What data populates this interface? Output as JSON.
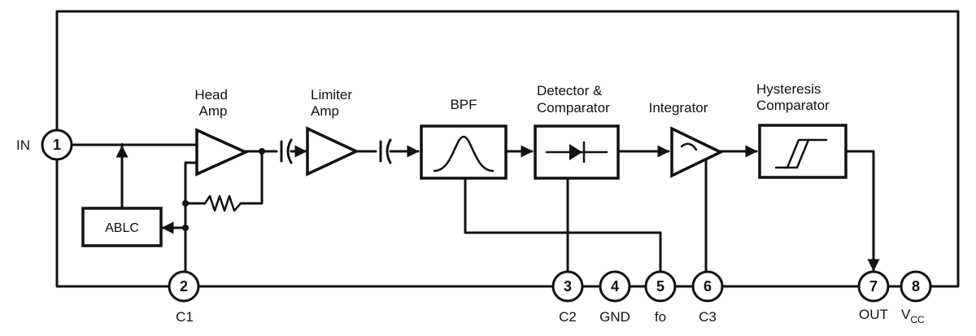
{
  "blocks": {
    "head_amp": [
      "Head",
      "Amp"
    ],
    "limiter_amp": [
      "Limiter",
      "Amp"
    ],
    "bpf": "BPF",
    "detector": [
      "Detector &",
      "Comparator"
    ],
    "integrator": "Integrator",
    "hysteresis": [
      "Hysteresis",
      "Comparator"
    ],
    "ablc": "ABLC"
  },
  "pins": [
    {
      "num": "1",
      "label": "IN"
    },
    {
      "num": "2",
      "label": "C1"
    },
    {
      "num": "3",
      "label": "C2"
    },
    {
      "num": "4",
      "label": "GND"
    },
    {
      "num": "5",
      "label": "fo"
    },
    {
      "num": "6",
      "label": "C3"
    },
    {
      "num": "7",
      "label": "OUT"
    },
    {
      "num": "8",
      "label": "V",
      "sub": "CC"
    }
  ]
}
